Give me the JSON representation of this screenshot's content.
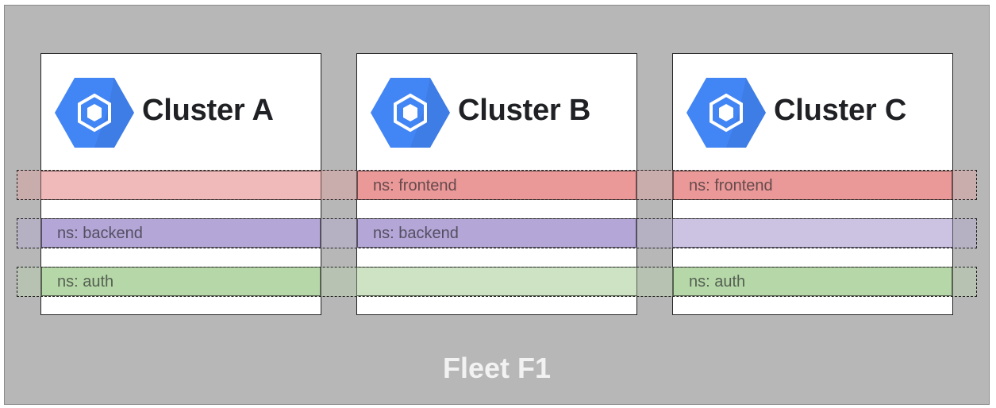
{
  "fleet": {
    "label": "Fleet F1",
    "background": "#b7b7b7"
  },
  "clusters": [
    {
      "title": "Cluster A",
      "icon": "gke-hexagon-icon"
    },
    {
      "title": "Cluster B",
      "icon": "gke-hexagon-icon"
    },
    {
      "title": "Cluster C",
      "icon": "gke-hexagon-icon"
    }
  ],
  "namespaces": {
    "frontend": {
      "label": "ns: frontend",
      "color": "#ea9999",
      "faint_color": "#f4cccc"
    },
    "backend": {
      "label": "ns: backend",
      "color": "#b4a7d6",
      "faint_color": "#d9d2e9"
    },
    "auth": {
      "label": "ns: auth",
      "color": "#b6d7a8",
      "faint_color": "#d9ead3"
    }
  },
  "icon_color": "#4285f4"
}
